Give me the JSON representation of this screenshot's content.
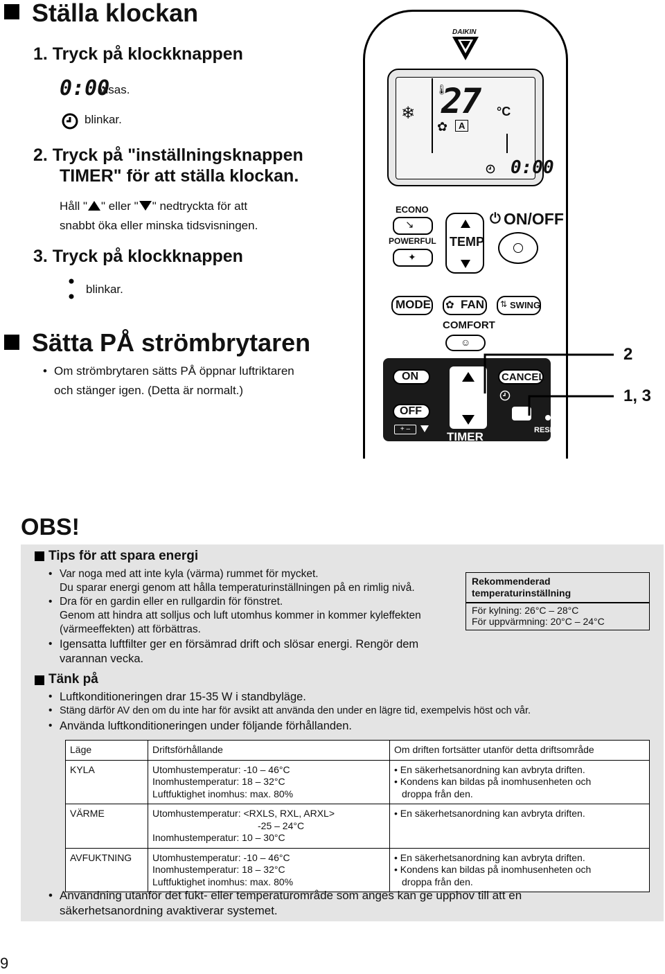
{
  "section1": {
    "title": "Ställa klockan",
    "step1": "1.  Tryck på klockknappen",
    "display_value": "0:00",
    "shows": "visas.",
    "blinks1": "blinkar.",
    "step2_line1": "2.  Tryck på \"inställningsknappen",
    "step2_line2": "TIMER\" för att ställa klockan.",
    "hold_part1": "Håll \"",
    "hold_part2": "\" eller \"",
    "hold_part3": "\" nedtryckta för att",
    "hold_line2": "snabbt öka eller minska tidsvisningen.",
    "step3": "3.  Tryck på klockknappen",
    "blinks2": "blinkar."
  },
  "section2": {
    "title": "Sätta PÅ strömbrytaren",
    "bullet_line1": "Om strömbrytaren sätts PÅ öppnar luftriktaren",
    "bullet_line2": "och stänger igen. (Detta är normalt.)"
  },
  "remote": {
    "brand": "DAIKIN",
    "temp_display": "27",
    "unit": "°C",
    "fan_auto": "A",
    "clock_display": "0:00",
    "econo": "ECONO",
    "powerful": "POWERFUL",
    "temp": "TEMP",
    "onoff": "ON/OFF",
    "mode": "MODE",
    "fan": "FAN",
    "swing": "SWING",
    "comfort": "COMFORT",
    "on": "ON",
    "off": "OFF",
    "cancel": "CANCEL",
    "timer": "TIMER",
    "reset": "RESET",
    "callout_2": "2",
    "callout_13": "1, 3"
  },
  "obs": {
    "title": "OBS!",
    "tips_title": "Tips för att spara energi",
    "tips": [
      "Var noga med att inte kyla (värma) rummet för mycket.",
      "Du sparar energi genom att hålla temperaturinställningen på en rimlig nivå.",
      "Dra för en gardin eller en rullgardin för fönstret.",
      "Genom att hindra att solljus och luft utomhus kommer in kommer kyleffekten",
      "(värmeeffekten) att förbättras.",
      "Igensatta luftfilter ger en försämrad drift och slösar energi. Rengör dem",
      "varannan vecka."
    ],
    "recommended": {
      "title_line1": "Rekommenderad",
      "title_line2": "temperaturinställning",
      "cooling": "För kylning: 26°C – 28°C",
      "heating": "För uppvärmning: 20°C – 24°C"
    },
    "note_title": "Tänk på",
    "notes": [
      "Luftkonditioneringen drar 15-35 W i standbyläge.",
      "Stäng därför AV den om du inte har för avsikt att använda den under en lägre tid, exempelvis höst och vår.",
      "Använda luftkonditioneringen under följande förhållanden."
    ],
    "table": {
      "headers": [
        "Läge",
        "Driftsförhållande",
        "Om driften fortsätter utanför detta driftsområde"
      ],
      "rows": [
        {
          "mode": "KYLA",
          "cond": [
            "Utomhustemperatur: -10 – 46°C",
            "Inomhustemperatur: 18 – 32°C",
            "Luftfuktighet inomhus: max. 80%"
          ],
          "effect": [
            "En säkerhetsanordning kan avbryta driften.",
            "Kondens kan bildas på inomhusenheten och",
            "droppa från den."
          ]
        },
        {
          "mode": "VÄRME",
          "cond": [
            "Utomhustemperatur: <RXLS, RXL, ARXL>",
            "-25 – 24°C",
            "Inomhustemperatur: 10 – 30°C"
          ],
          "effect": [
            "En säkerhetsanordning kan avbryta driften."
          ]
        },
        {
          "mode": "AVFUKTNING",
          "cond": [
            "Utomhustemperatur: -10 – 46°C",
            "Inomhustemperatur: 18 – 32°C",
            "Luftfuktighet inomhus: max. 80%"
          ],
          "effect": [
            "En säkerhetsanordning kan avbryta driften.",
            "Kondens kan bildas på inomhusenheten och",
            "droppa från den."
          ]
        }
      ]
    },
    "final_line1": "Användning utanför det fukt- eller temperaturområde som anges kan ge upphov till att en",
    "final_line2": "säkerhetsanordning avaktiverar systemet."
  },
  "page_number": "9"
}
